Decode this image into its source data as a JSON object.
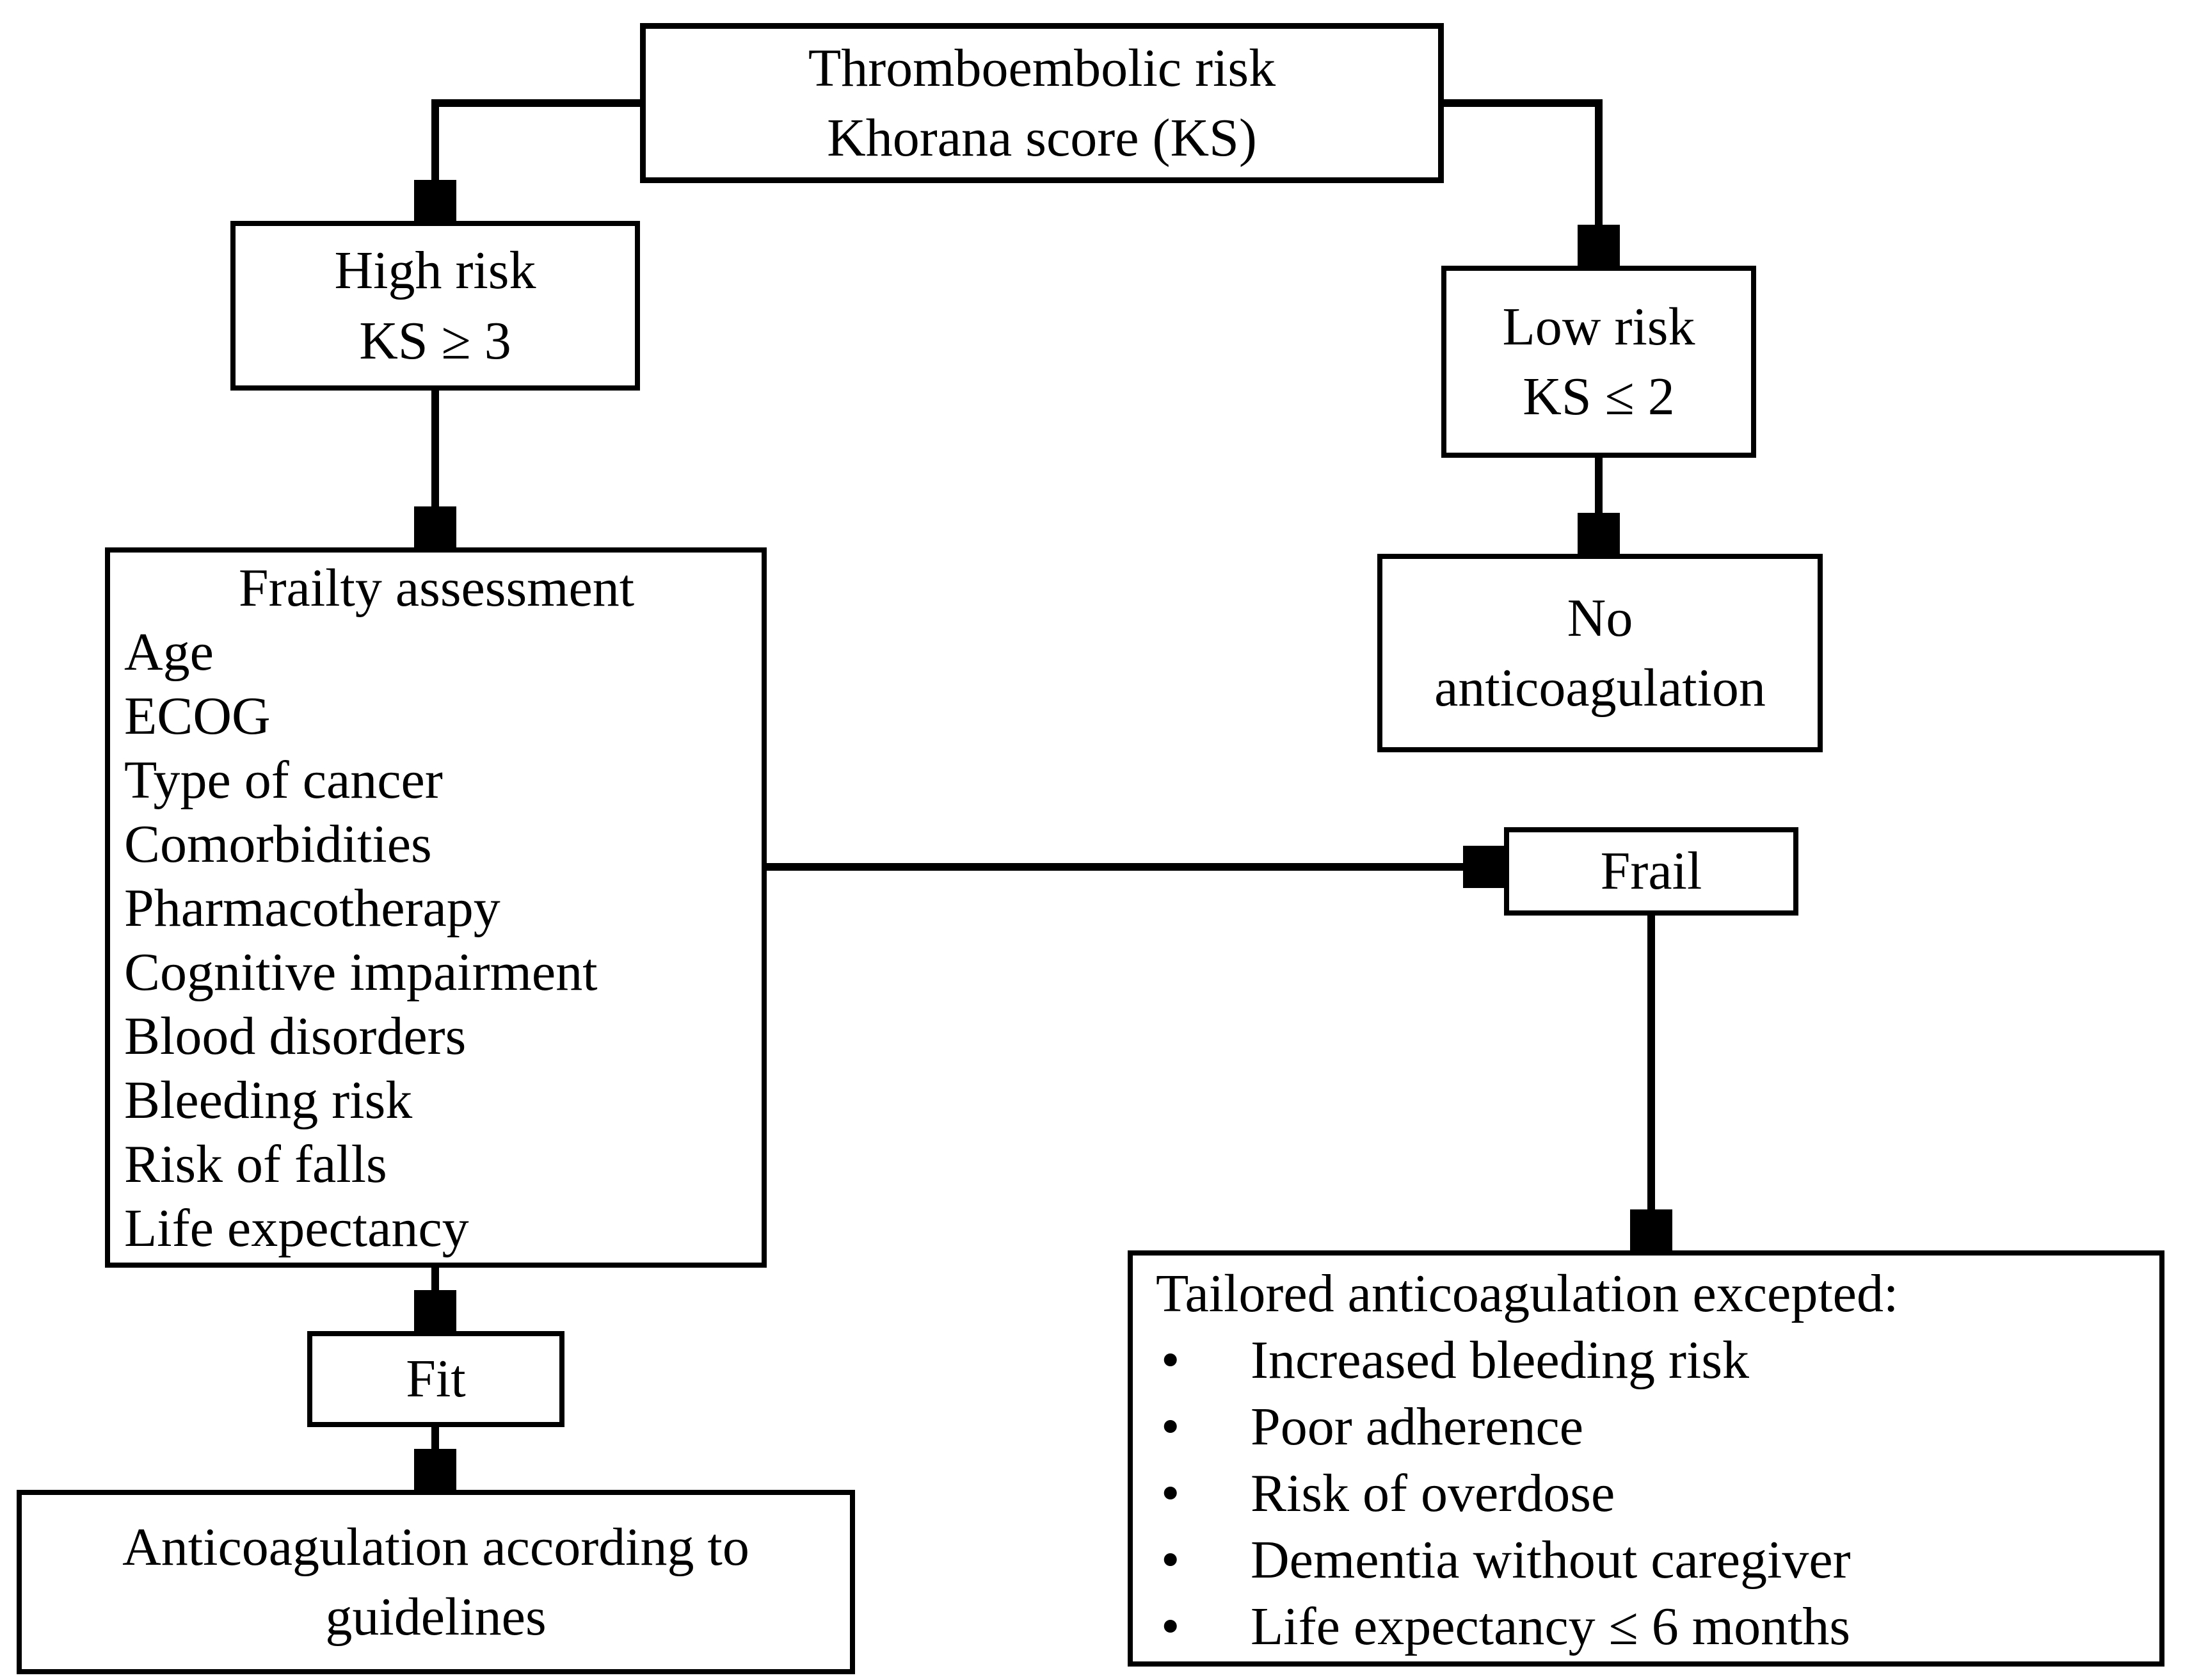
{
  "background_color": "#ffffff",
  "line_color": "#000000",
  "text_color": "#000000",
  "box_fill": "#ffffff",
  "nodes": {
    "thromboembolic": {
      "lines": [
        "Thromboembolic risk",
        "Khorana score (KS)"
      ]
    },
    "high_risk": {
      "lines": [
        "High risk",
        "KS ≥ 3"
      ]
    },
    "low_risk": {
      "lines": [
        "Low risk",
        "KS ≤ 2"
      ]
    },
    "no_anticoagulation": {
      "lines": [
        "No",
        "anticoagulation"
      ]
    },
    "frailty": {
      "title": "Frailty assessment",
      "items": [
        "Age",
        "ECOG",
        "Type of cancer",
        "Comorbidities",
        "Pharmacotherapy",
        "Cognitive impairment",
        "Blood disorders",
        "Bleeding risk",
        "Risk of falls",
        "Life expectancy"
      ]
    },
    "frail": {
      "label": "Frail"
    },
    "fit": {
      "label": "Fit"
    },
    "tailored": {
      "title": "Tailored anticoagulation excepted:",
      "bullet": "•",
      "bullets": [
        "Increased bleeding risk",
        "Poor adherence",
        "Risk of overdose",
        "Dementia without caregiver",
        "Life expectancy ≤ 6 months"
      ]
    },
    "guidelines": {
      "lines": [
        "Anticoagulation according to",
        "guidelines"
      ]
    }
  },
  "edges": [
    {
      "from": "thromboembolic",
      "to": "high_risk"
    },
    {
      "from": "thromboembolic",
      "to": "low_risk"
    },
    {
      "from": "high_risk",
      "to": "frailty"
    },
    {
      "from": "low_risk",
      "to": "no_anticoagulation"
    },
    {
      "from": "frailty",
      "to": "frail"
    },
    {
      "from": "frailty",
      "to": "fit"
    },
    {
      "from": "frail",
      "to": "tailored"
    },
    {
      "from": "fit",
      "to": "guidelines"
    }
  ]
}
